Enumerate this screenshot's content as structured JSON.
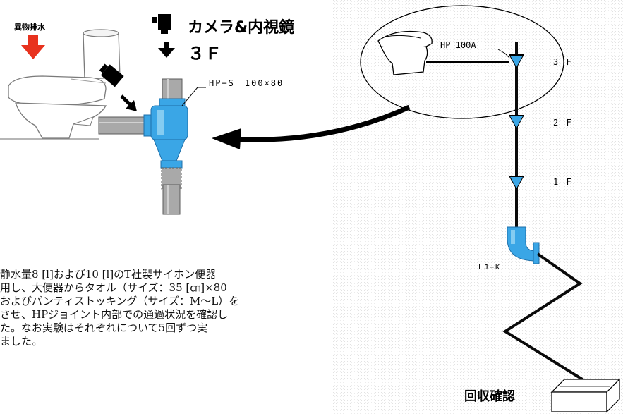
{
  "left": {
    "drain_label": "異物排水",
    "camera_title": "カメラ&内視鏡",
    "floor_label": "３Ｆ",
    "fitting_label": "HP−S　100×80"
  },
  "right": {
    "hp_label": "HP 100A",
    "floors": [
      "3 F",
      "2 F",
      "1 F"
    ],
    "elbow_label": "LJ−K",
    "collect_label": "回収確認"
  },
  "description": {
    "lines": [
      "静水量8 [l]および10 [l]のT社製サイホン便器",
      "用し、大便器からタオル（サイズ：35 [㎝]×80",
      "およびパンティストッキング（サイズ：M〜L）を",
      "させ、HPジョイント内部での通過状況を確認し",
      "た。なお実験はそれぞれについて5回ずつ実",
      "ました。"
    ]
  },
  "colors": {
    "fitting_blue": "#3aa6e6",
    "pipe_gray": "#a9a9a9",
    "arrow_red": "#e8321e",
    "riser_black": "#0a0a0a"
  }
}
